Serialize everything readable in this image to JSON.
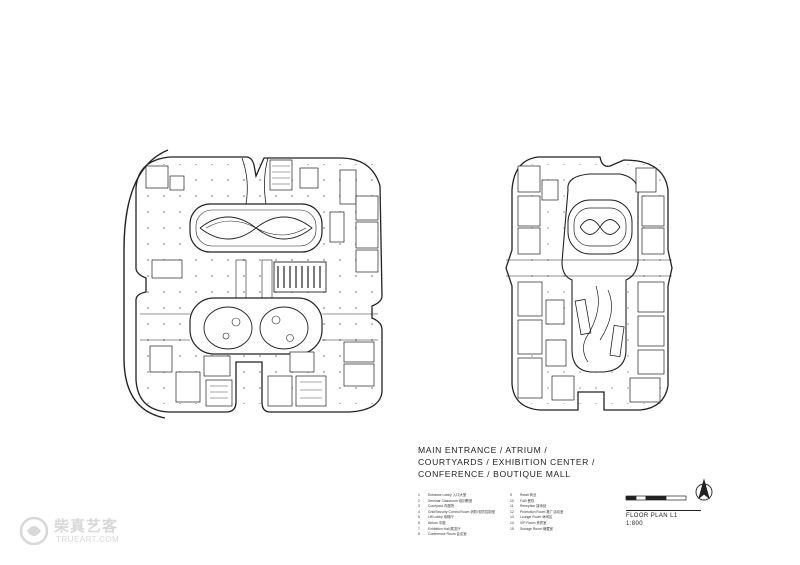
{
  "title_block": {
    "lines": [
      "MAIN ENTRANCE / ATRIUM /",
      "COURTYARDS / EXHIBITION CENTER /",
      "CONFERENCE / BOUTIQUE MALL"
    ]
  },
  "legend": {
    "left": [
      {
        "num": "1",
        "text": "Entrance Lobby 入口大堂"
      },
      {
        "num": "2",
        "text": "Seminar Classroom 培训教室"
      },
      {
        "num": "3",
        "text": "Courtyard 内庭院"
      },
      {
        "num": "4",
        "text": "Grid/Security Control Room 消防/安防控制室"
      },
      {
        "num": "5",
        "text": "Lift Lobby 电梯厅"
      },
      {
        "num": "6",
        "text": "Atrium 中庭"
      },
      {
        "num": "7",
        "text": "Exhibition Hall 展览厅"
      },
      {
        "num": "8",
        "text": "Conference Room 会议室"
      }
    ],
    "right": [
      {
        "num": "9",
        "text": "Retail 商业"
      },
      {
        "num": "10",
        "text": "F&B 餐饮"
      },
      {
        "num": "11",
        "text": "Reception 接待处"
      },
      {
        "num": "12",
        "text": "Promotion Room 推广活动室"
      },
      {
        "num": "13",
        "text": "Lounge Room 休闲区"
      },
      {
        "num": "14",
        "text": "VIP Room 贵宾室"
      },
      {
        "num": "15",
        "text": "Storage Room 储藏室"
      }
    ]
  },
  "plan_label": {
    "name": "FLOOR PLAN L1",
    "scale": "1:800"
  },
  "watermark": {
    "cn": "柴真艺客",
    "en": "TRUEART.COM"
  }
}
